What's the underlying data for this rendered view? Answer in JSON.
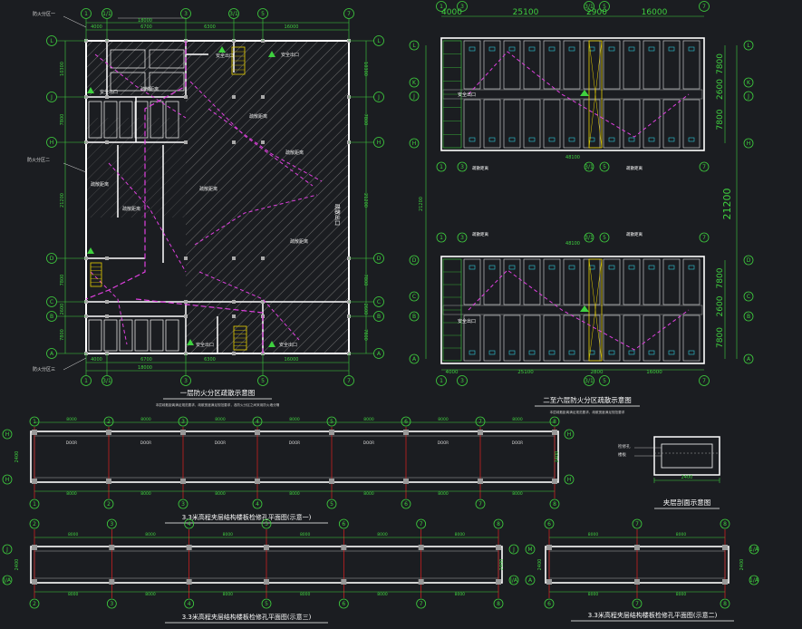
{
  "colors": {
    "bg": "#1b1d21",
    "wall": "#ffffff",
    "dim": "#3fd13f",
    "grid": "#3fd13f",
    "route": "#e040e0",
    "hatch": "#7a7a7a",
    "red": "#e02020",
    "cyan": "#30c8d8",
    "yellow": "#e8d000"
  },
  "plan1": {
    "title": "一层防火分区疏散示意图",
    "note": "本层疏散距离满足规范要求，疏散宽度满足规范要求，各防火分区之间采用防火墙分隔",
    "top_axes": [
      "1",
      "1/1",
      "3",
      "3/1",
      "5",
      "7"
    ],
    "bottom_axes": [
      "1",
      "3/1",
      "3",
      "5",
      "7"
    ],
    "left_axes": [
      "L",
      "J",
      "H",
      "D",
      "C",
      "B",
      "A"
    ],
    "right_axes": [
      "L",
      "J",
      "H",
      "D",
      "C",
      "B",
      "A"
    ],
    "top_dims": [
      "4000",
      "6700",
      "6300",
      "16000"
    ],
    "top_total": "18000",
    "bottom_dims": [
      "4000",
      "6700",
      "6300",
      "16000"
    ],
    "bottom_total": "18000",
    "left_dims": [
      "10300",
      "7800",
      "21200",
      "7800",
      "2600",
      "7800"
    ],
    "right_dims": [
      "10300",
      "7800",
      "21200",
      "7800",
      "2600",
      "7800"
    ],
    "labels": [
      "安全出口",
      "安全出口",
      "安全出口",
      "安全出口",
      "安全出口",
      "疏散距离",
      "疏散距离",
      "疏散距离",
      "疏散距离",
      "疏散距离",
      "疏散距离",
      "疏散距离"
    ],
    "side_notes": [
      "防火分区一",
      "防火分区二",
      "防火分区三"
    ],
    "exit_text": "疏散出口"
  },
  "plan2": {
    "title": "二至六层防火分区疏散示意图",
    "note": "本层疏散距离满足规范要求，疏散宽度满足规范要求",
    "top_axes": [
      "1",
      "3",
      "3/1",
      "5",
      "7"
    ],
    "top_dims": [
      "4000",
      "25100",
      "2900",
      "16000"
    ],
    "mid_dim": "48100",
    "bottom_dims": [
      "4000",
      "25100",
      "2800",
      "16000"
    ],
    "left_axes_top": [
      "L",
      "K",
      "J",
      "H"
    ],
    "left_axes_bot": [
      "D",
      "C",
      "B",
      "A"
    ],
    "right_dims_top": [
      "7800",
      "2600",
      "7800"
    ],
    "right_dims_bot": [
      "7800",
      "2600",
      "7800"
    ],
    "right_total": "21200",
    "left_total": "21200",
    "labels": [
      "安全出口",
      "安全出口",
      "疏散距离",
      "疏散距离",
      "疏散距离",
      "疏散距离"
    ]
  },
  "strip1": {
    "title": "3.3米高程夹层结构楼板检修孔平面图(示意一)",
    "axes": [
      "1",
      "2",
      "3",
      "4",
      "5",
      "6",
      "7",
      "8"
    ],
    "spans": [
      "8000",
      "8000",
      "8000",
      "8000",
      "8000",
      "8000",
      "8000"
    ],
    "left_axes": [
      "H",
      "H"
    ],
    "height": "2400",
    "labels": [
      "DOOR",
      "DOOR",
      "DOOR",
      "DOOR",
      "DOOR",
      "DOOR",
      "DOOR"
    ]
  },
  "strip2": {
    "title": "3.3米高程夹层结构楼板检修孔平面图(示意三)",
    "axes": [
      "2",
      "3",
      "4",
      "5",
      "6",
      "7",
      "8"
    ],
    "spans": [
      "8000",
      "8000",
      "8000",
      "8000",
      "8000",
      "8000"
    ],
    "left_axes": [
      "J",
      "J/A"
    ],
    "height": "2400"
  },
  "strip3": {
    "title": "3.3米高程夹层结构楼板检修孔平面图(示意二)",
    "axes": [
      "6",
      "7",
      "8"
    ],
    "spans": [
      "8000",
      "8000"
    ],
    "left_axes": [
      "M",
      "A"
    ],
    "right_axes": [
      "1/A",
      "1/A"
    ],
    "height": "2400"
  },
  "section": {
    "title": "夹层剖面示意图",
    "width": "2400",
    "labels": [
      "检修孔",
      "楼板"
    ]
  }
}
